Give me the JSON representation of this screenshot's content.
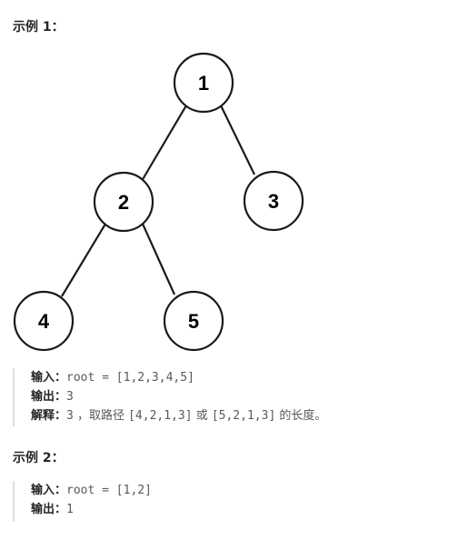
{
  "example1": {
    "heading": "示例 1：",
    "tree": {
      "nodes": [
        {
          "label": "1"
        },
        {
          "label": "2"
        },
        {
          "label": "3"
        },
        {
          "label": "4"
        },
        {
          "label": "5"
        }
      ]
    },
    "input_label": "输入：",
    "input_value": "root = [1,2,3,4,5]",
    "output_label": "输出：",
    "output_value": "3",
    "explain_label": "解释：",
    "explain_parts": [
      "3",
      " ，取路径 ",
      "[4,2,1,3]",
      " 或 ",
      "[5,2,1,3]",
      " 的长度。"
    ]
  },
  "example2": {
    "heading": "示例 2：",
    "input_label": "输入：",
    "input_value": "root = [1,2]",
    "output_label": "输出：",
    "output_value": "1"
  }
}
